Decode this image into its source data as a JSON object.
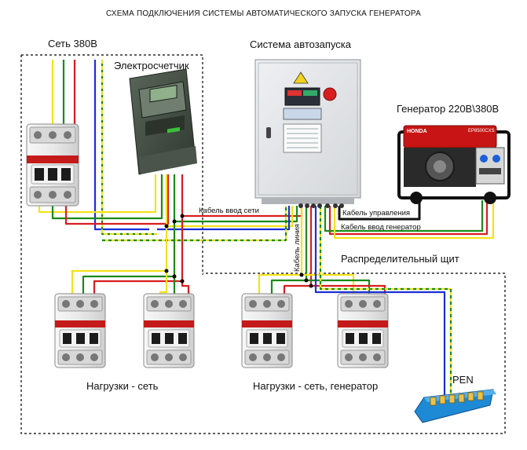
{
  "title": "СХЕМА ПОДКЛЮЧЕНИЯ СИСТЕМЫ АВТОМАТИЧЕСКОГО ЗАПУСКА ГЕНЕРАТОРА",
  "labels": {
    "grid": "Сеть 380В",
    "meter": "Электросчетчик",
    "ats": "Система автозапуска",
    "generator": "Генератор 220В\\380В",
    "cable_grid_in": "Кабель ввод сети",
    "cable_control": "Кабель управления",
    "cable_gen_in": "Кабель ввод генератор",
    "cable_line": "Кабель линия",
    "dist_board": "Распределительный щит",
    "loads_grid": "Нагрузки - сеть",
    "loads_grid_gen": "Нагрузки - сеть, генератор",
    "pen": "PEN",
    "generator_brand": "HONDA",
    "generator_model": "EP8500CXS"
  },
  "colors": {
    "phase_yellow": "#f4e21a",
    "phase_green": "#1a8a1a",
    "phase_red": "#d81e1e",
    "neutral_blue": "#1a2fd8",
    "control_black": "#111111",
    "pe_yellow_green": "#e8e02a",
    "cabinet": "#e4e6e8",
    "meter_body": "#3d4a3d",
    "generator_red": "#c81414",
    "pen_bar_blue": "#1e8ad6"
  }
}
